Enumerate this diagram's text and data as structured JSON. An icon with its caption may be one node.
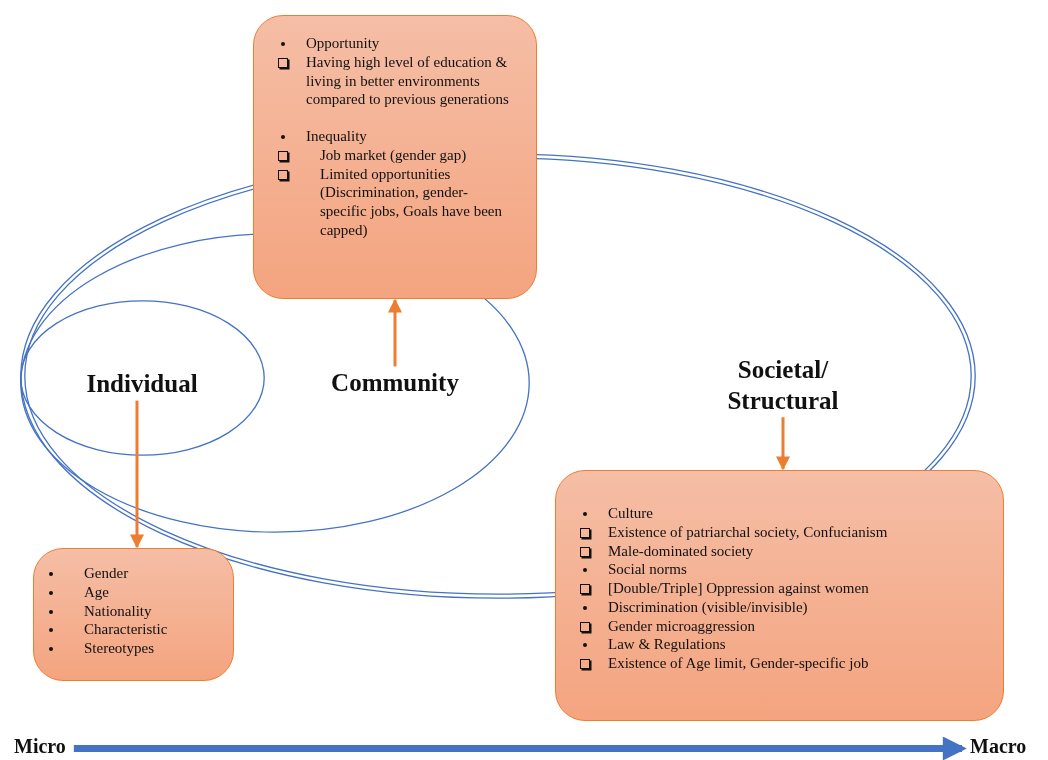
{
  "diagram": {
    "nodes": [
      {
        "text": [],
        "shape": "ellipse"
      },
      {
        "text": [],
        "shape": "ellipse",
        "in": 0
      },
      {
        "text": [],
        "shape": "ellipse",
        "in": 1
      },
      {
        "text": [
          "Individual"
        ],
        "in": 2
      },
      {
        "text": [
          "Community"
        ],
        "in": 1
      },
      {
        "text": [
          "Societal/ Structural"
        ],
        "in": 0
      },
      {
        "text": [
          "Opportunity",
          "Having high level of education & living in better environments compared to previous generations",
          "Inequality",
          "Job market (gender gap)",
          "Limited opportunities (Discrimination, gender-specific jobs, Goals have been capped)"
        ]
      },
      {
        "text": [
          "Gender",
          "Age",
          "Nationality",
          "Characteristic",
          "Stereotypes"
        ]
      },
      {
        "text": [
          "Culture",
          "Existence of patriarchal society, Confucianism",
          "Male-dominated society",
          "Social norms",
          "[Double/Triple] Oppression against women",
          "Discrimination (visible/invisible)",
          "Gender microaggression",
          "Law & Regulations",
          "Existence of Age limit, Gender-specific job"
        ]
      },
      {
        "text": [
          "Micro"
        ]
      },
      {
        "text": [
          "Macro"
        ]
      }
    ],
    "edges": [
      {
        "from": 3,
        "to": 7,
        "arrow": "to"
      },
      {
        "from": 4,
        "to": 6,
        "arrow": "to"
      },
      {
        "from": 5,
        "to": 8,
        "arrow": "to"
      },
      {
        "from": 9,
        "to": 10,
        "arrow": "to",
        "style": "thick",
        "color": "#4472c4"
      }
    ]
  }
}
